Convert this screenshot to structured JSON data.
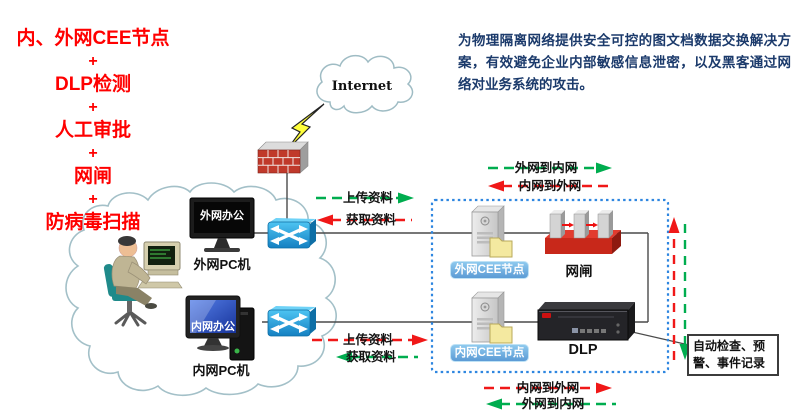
{
  "title_features": {
    "items": [
      "内、外网CEE节点",
      "DLP检测",
      "人工审批",
      "网闸",
      "防病毒扫描"
    ],
    "plus": "+"
  },
  "description": "为物理隔离网络提供安全可控的图文档数据交换解决方案，有效避免企业内部敏感信息泄密，以及黑客通过网络对业务系统的攻击。",
  "internet": {
    "label": "Internet"
  },
  "workstations": {
    "outer": {
      "screen_label": "外网办公",
      "caption": "外网PC机"
    },
    "inner": {
      "screen_label": "内网办公",
      "caption": "内网PC机"
    }
  },
  "secure_zone": {
    "outer_cee_label": "外网CEE节点",
    "inner_cee_label": "内网CEE节点",
    "gatekeeper_label": "网闸",
    "dlp_label": "DLP"
  },
  "flows": {
    "upload": "上传资料",
    "fetch": "获取资料",
    "ext_to_int": "外网到内网",
    "int_to_ext": "内网到外网"
  },
  "alert_box": {
    "text": "自动检查、预警、事件记录"
  },
  "colors": {
    "feature_red": "#FF0000",
    "description_blue": "#1B3A6B",
    "flow_green": "#00AD4F",
    "flow_red": "#F01818",
    "zone_border_blue": "#2E86E0",
    "cee_label_blue": "#5B9BD5",
    "switch_blue": "#1E9CD8",
    "gatekeeper_red": "#C8281A"
  }
}
